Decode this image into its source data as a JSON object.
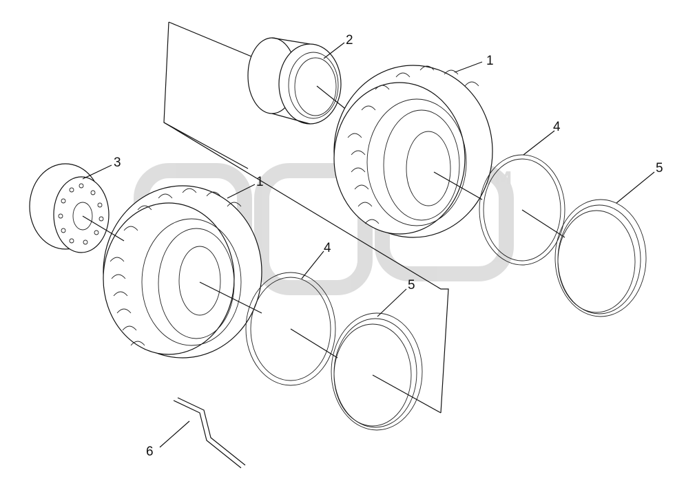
{
  "watermark": {
    "text": "GTP",
    "tm": "TM",
    "color": "#dadada"
  },
  "callouts": [
    {
      "id": "c1a",
      "label": "1"
    },
    {
      "id": "c1b",
      "label": "1"
    },
    {
      "id": "c2",
      "label": "2"
    },
    {
      "id": "c3",
      "label": "3"
    },
    {
      "id": "c4a",
      "label": "4"
    },
    {
      "id": "c4b",
      "label": "4"
    },
    {
      "id": "c5a",
      "label": "5"
    },
    {
      "id": "c5b",
      "label": "5"
    },
    {
      "id": "c6",
      "label": "6"
    }
  ],
  "colors": {
    "line": "#111111",
    "background": "#ffffff"
  }
}
